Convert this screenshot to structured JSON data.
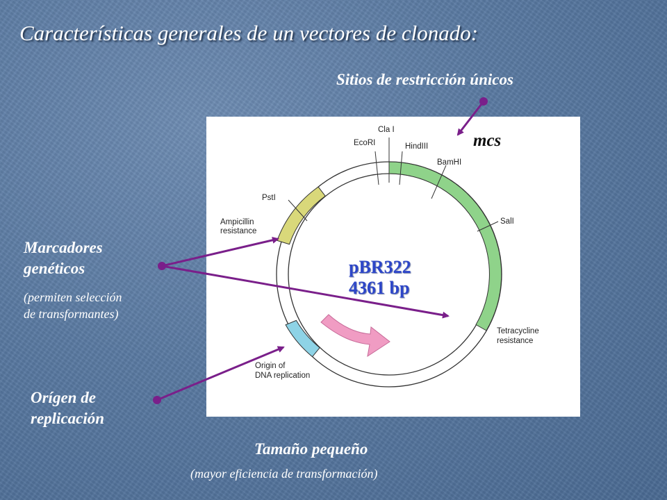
{
  "slide": {
    "title": "Características generales de un  vectores de clonado:",
    "restriction_sites_label": "Sitios de restricción únicos",
    "mcs_label": "mcs",
    "markers_label_line1": "Marcadores",
    "markers_label_line2": "genéticos",
    "markers_note_line1": "(permiten selección",
    "markers_note_line2": "de transformantes)",
    "origin_label_line1": "Orígen de",
    "origin_label_line2": "replicación",
    "size_label": "Tamaño pequeño",
    "size_note": "(mayor eficiencia de transformación)"
  },
  "plasmid": {
    "name": "pBR322",
    "size": "4361 bp",
    "sites": [
      "Cla I",
      "EcoRI",
      "HindIII",
      "BamHI",
      "SalI",
      "PstI"
    ],
    "ampicillin_line1": "Ampicillin",
    "ampicillin_line2": "resistance",
    "tetracycline_line1": "Tetracycline",
    "tetracycline_line2": "resistance",
    "origin_line1": "Origin of",
    "origin_line2": "DNA replication"
  },
  "colors": {
    "tetracycline_segment": "#8fd38a",
    "ampicillin_segment": "#d9d87a",
    "origin_segment": "#8ed3e6",
    "arrow": "#f09cc3",
    "pointer": "#7a1f8a",
    "plasmid_name": "#2d46c8"
  }
}
